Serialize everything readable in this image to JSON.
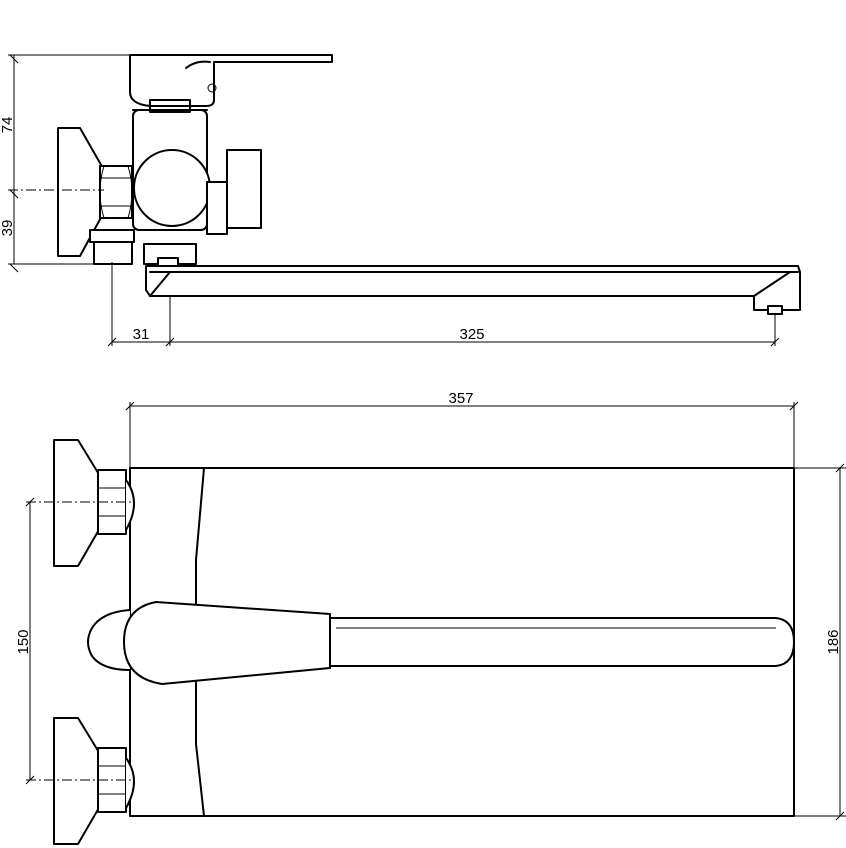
{
  "dimensions": {
    "side_view": {
      "d74": "74",
      "d39": "39",
      "d31": "31",
      "d325": "325"
    },
    "top_view": {
      "d357": "357",
      "d150": "150",
      "d186": "186"
    }
  }
}
